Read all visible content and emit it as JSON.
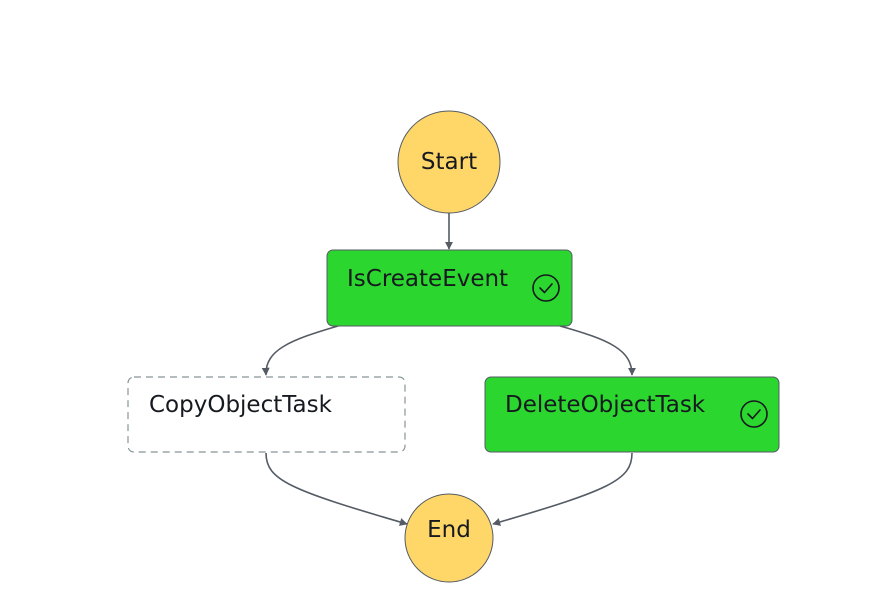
{
  "diagram": {
    "nodes": {
      "start": {
        "label": "Start",
        "shape": "circle",
        "fill": "#ffd768",
        "stroke": "#545b64"
      },
      "is_create_event": {
        "label": "IsCreateEvent",
        "shape": "rect",
        "status": "succeeded",
        "fill": "#2bd62e",
        "stroke": "#545b64",
        "icon": "check-circle-icon"
      },
      "copy_object_task": {
        "label": "CopyObjectTask",
        "shape": "rect",
        "status": "not-run",
        "fill": "#ffffff",
        "stroke": "#879596",
        "dashed": true
      },
      "delete_object_task": {
        "label": "DeleteObjectTask",
        "shape": "rect",
        "status": "succeeded",
        "fill": "#2bd62e",
        "stroke": "#545b64",
        "icon": "check-circle-icon"
      },
      "end": {
        "label": "End",
        "shape": "circle",
        "fill": "#ffd768",
        "stroke": "#545b64"
      }
    },
    "edges": [
      {
        "from": "start",
        "to": "is_create_event"
      },
      {
        "from": "is_create_event",
        "to": "copy_object_task"
      },
      {
        "from": "is_create_event",
        "to": "delete_object_task"
      },
      {
        "from": "copy_object_task",
        "to": "end"
      },
      {
        "from": "delete_object_task",
        "to": "end"
      }
    ]
  }
}
